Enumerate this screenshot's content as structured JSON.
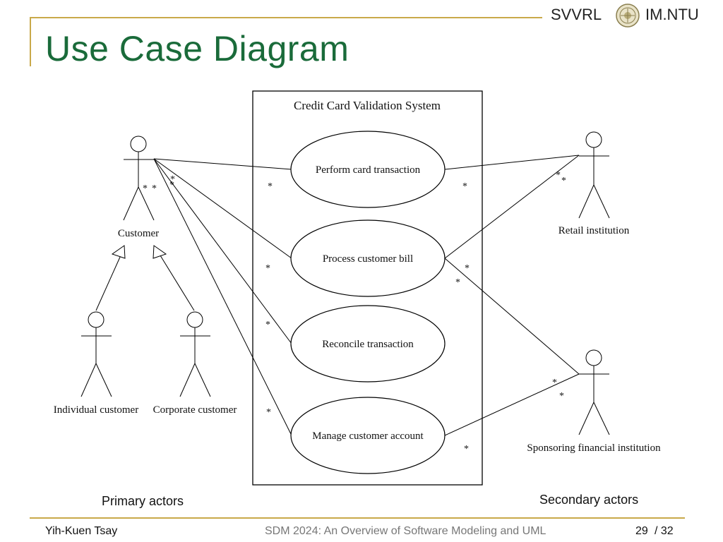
{
  "header": {
    "left_logo": "SVVRL",
    "right_logo": "IM.NTU",
    "title": "Use Case Diagram"
  },
  "diagram": {
    "system_name": "Credit Card Validation System",
    "use_cases": [
      "Perform card transaction",
      "Process customer bill",
      "Reconcile transaction",
      "Manage customer account"
    ],
    "actors": {
      "customer": "Customer",
      "individual": "Individual customer",
      "corporate": "Corporate customer",
      "retail": "Retail institution",
      "sponsoring": "Sponsoring financial institution"
    },
    "multiplicity": "*"
  },
  "captions": {
    "primary": "Primary actors",
    "secondary": "Secondary actors"
  },
  "footer": {
    "author": "Yih-Kuen Tsay",
    "course": "SDM 2024: An Overview of Software Modeling and UML",
    "page": "29",
    "total": "/ 32"
  },
  "colors": {
    "accent_line": "#c9a94a",
    "title": "#1a6b3a"
  }
}
